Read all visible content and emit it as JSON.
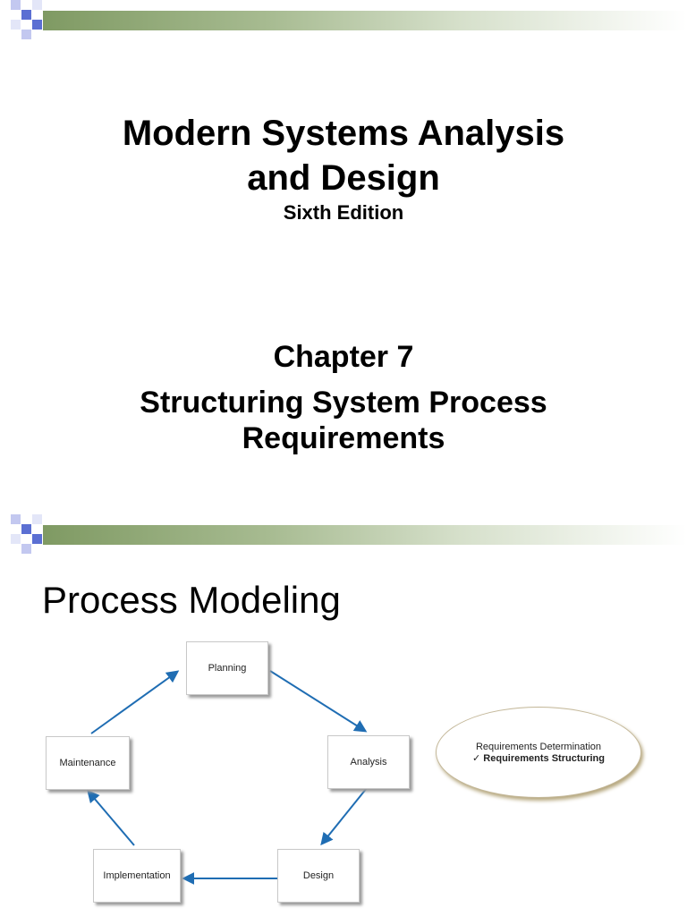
{
  "slide1": {
    "title_line1": "Modern Systems Analysis",
    "title_line2": "and Design",
    "edition": "Sixth Edition",
    "chapter": "Chapter  7",
    "chapter_title_line1": "Structuring System Process",
    "chapter_title_line2": "Requirements"
  },
  "slide2": {
    "title": "Process Modeling",
    "diagram": {
      "stages": {
        "planning": "Planning",
        "analysis": "Analysis",
        "design": "Design",
        "implementation": "Implementation",
        "maintenance": "Maintenance"
      },
      "analysis_detail": {
        "line1": "Requirements Determination",
        "check_mark": "✓",
        "line2": "Requirements Structuring"
      }
    }
  },
  "colors": {
    "bar_green": "#7f9a63",
    "arrow_blue": "#1f6db3",
    "square_blue": "#5b6fd3",
    "square_lavender": "#c3c8f0",
    "square_light": "#e3e6f8"
  }
}
